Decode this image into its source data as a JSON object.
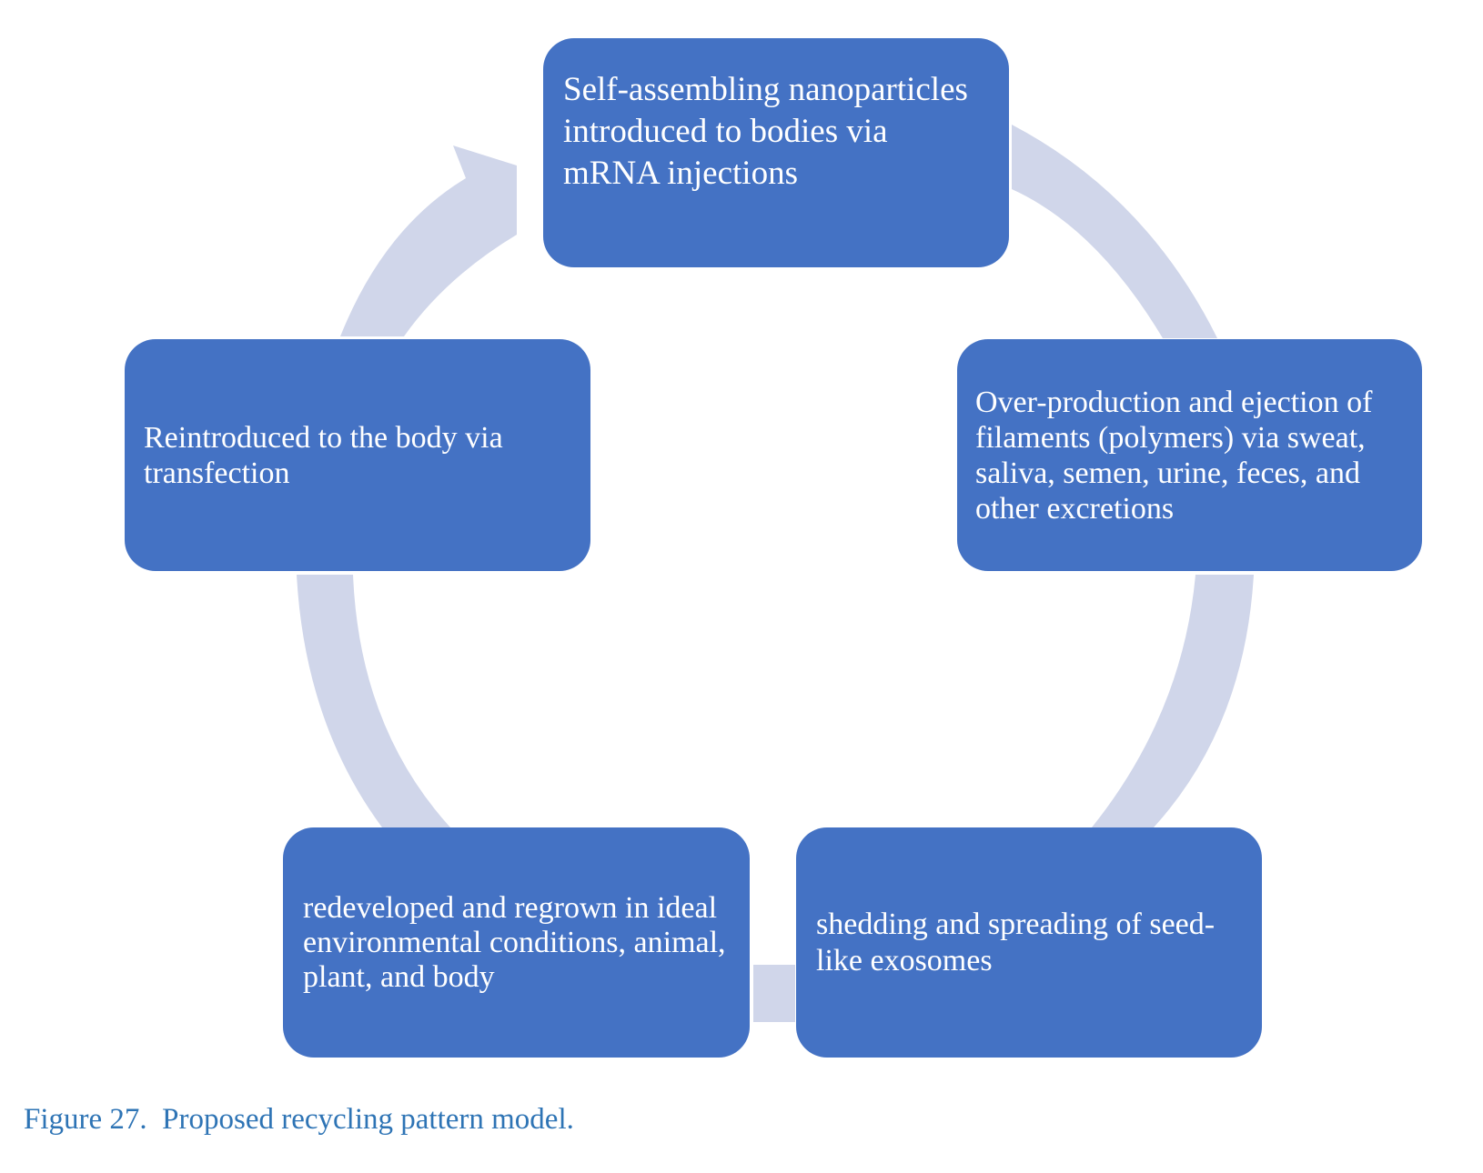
{
  "diagram": {
    "nodes": [
      {
        "id": "top",
        "text": "Self-assembling nanoparticles introduced to bodies via mRNA injections"
      },
      {
        "id": "right",
        "text": "Over-production and ejection of filaments (polymers) via sweat, saliva, semen, urine, feces, and other excretions"
      },
      {
        "id": "bottom-right",
        "text": "shedding and spreading of seed-like exosomes"
      },
      {
        "id": "bottom-left",
        "text": "redeveloped and regrown in ideal environmental conditions, animal, plant, and body"
      },
      {
        "id": "left",
        "text": "Reintroduced to the body via transfection"
      }
    ],
    "flow": [
      "top",
      "right",
      "bottom-right",
      "bottom-left",
      "left",
      "top"
    ],
    "colors": {
      "node_fill": "#4472c4",
      "node_text": "#ffffff",
      "ring": "#d0d6ea",
      "caption": "#2e74b5"
    }
  },
  "caption": "Figure 27.  Proposed recycling pattern model."
}
